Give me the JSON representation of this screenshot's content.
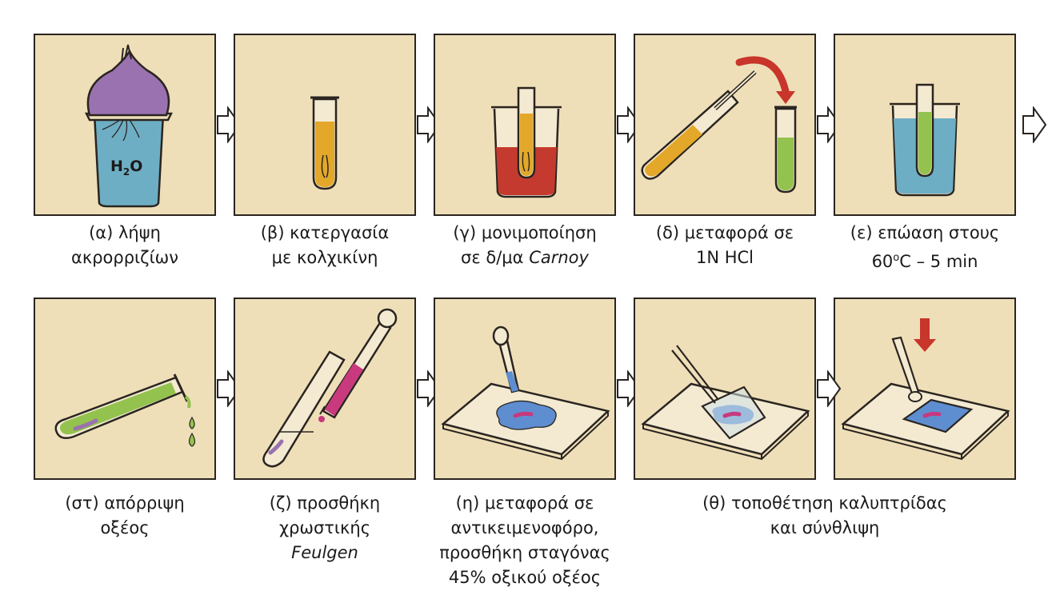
{
  "colors": {
    "panel_bg": "#efdfb9",
    "outline": "#2a2520",
    "onion_purple": "#9a72b0",
    "water_blue": "#6eaec4",
    "orange_liquid": "#e3a82a",
    "red_liquid": "#c53a2e",
    "green_liquid": "#93c24e",
    "red_arrow": "#c8352a",
    "stain_blue": "#5e8ed0",
    "stain_magenta": "#c8397d"
  },
  "panels": [
    {
      "id": "a",
      "icon": "onion-in-beaker-icon",
      "beaker_label": "H",
      "beaker_label_sub": "2",
      "beaker_label_tail": "O",
      "caption": [
        "(α) λήψη",
        "ακρορριζίων"
      ]
    },
    {
      "id": "b",
      "icon": "test-tube-orange-icon",
      "caption": [
        "(β) κατεργασία",
        "με κολχικίνη"
      ]
    },
    {
      "id": "c",
      "icon": "tube-in-red-beaker-icon",
      "caption": [
        "(γ) μονιμοποίηση",
        "σε δ/μα ",
        "Carnoy"
      ]
    },
    {
      "id": "d",
      "icon": "pipette-transfer-icon",
      "caption": [
        "(δ) μεταφορά σε",
        "1N  HCl"
      ]
    },
    {
      "id": "e",
      "icon": "tube-in-water-bath-icon",
      "caption": [
        "(ε) επώαση στους",
        "60",
        "o",
        "C – 5 min"
      ]
    },
    {
      "id": "st",
      "icon": "pouring-tube-icon",
      "caption": [
        "(στ) απόρριψη",
        "οξέος"
      ]
    },
    {
      "id": "z",
      "icon": "dropper-in-tube-icon",
      "caption": [
        "(ζ) προσθήκη",
        "χρωστικής",
        "Feulgen"
      ]
    },
    {
      "id": "h",
      "icon": "slide-with-drop-icon",
      "caption": [
        "(η) μεταφορά σε",
        "αντικειμενοφόρο,",
        "προσθήκη σταγόνας",
        "45% οξικού οξέος"
      ]
    },
    {
      "id": "th1",
      "icon": "coverslip-lowering-icon"
    },
    {
      "id": "th2",
      "icon": "coverslip-pressing-icon"
    }
  ],
  "caption_theta": [
    "(θ) τοποθέτηση καλυπτρίδας",
    "και σύνθλιψη"
  ]
}
